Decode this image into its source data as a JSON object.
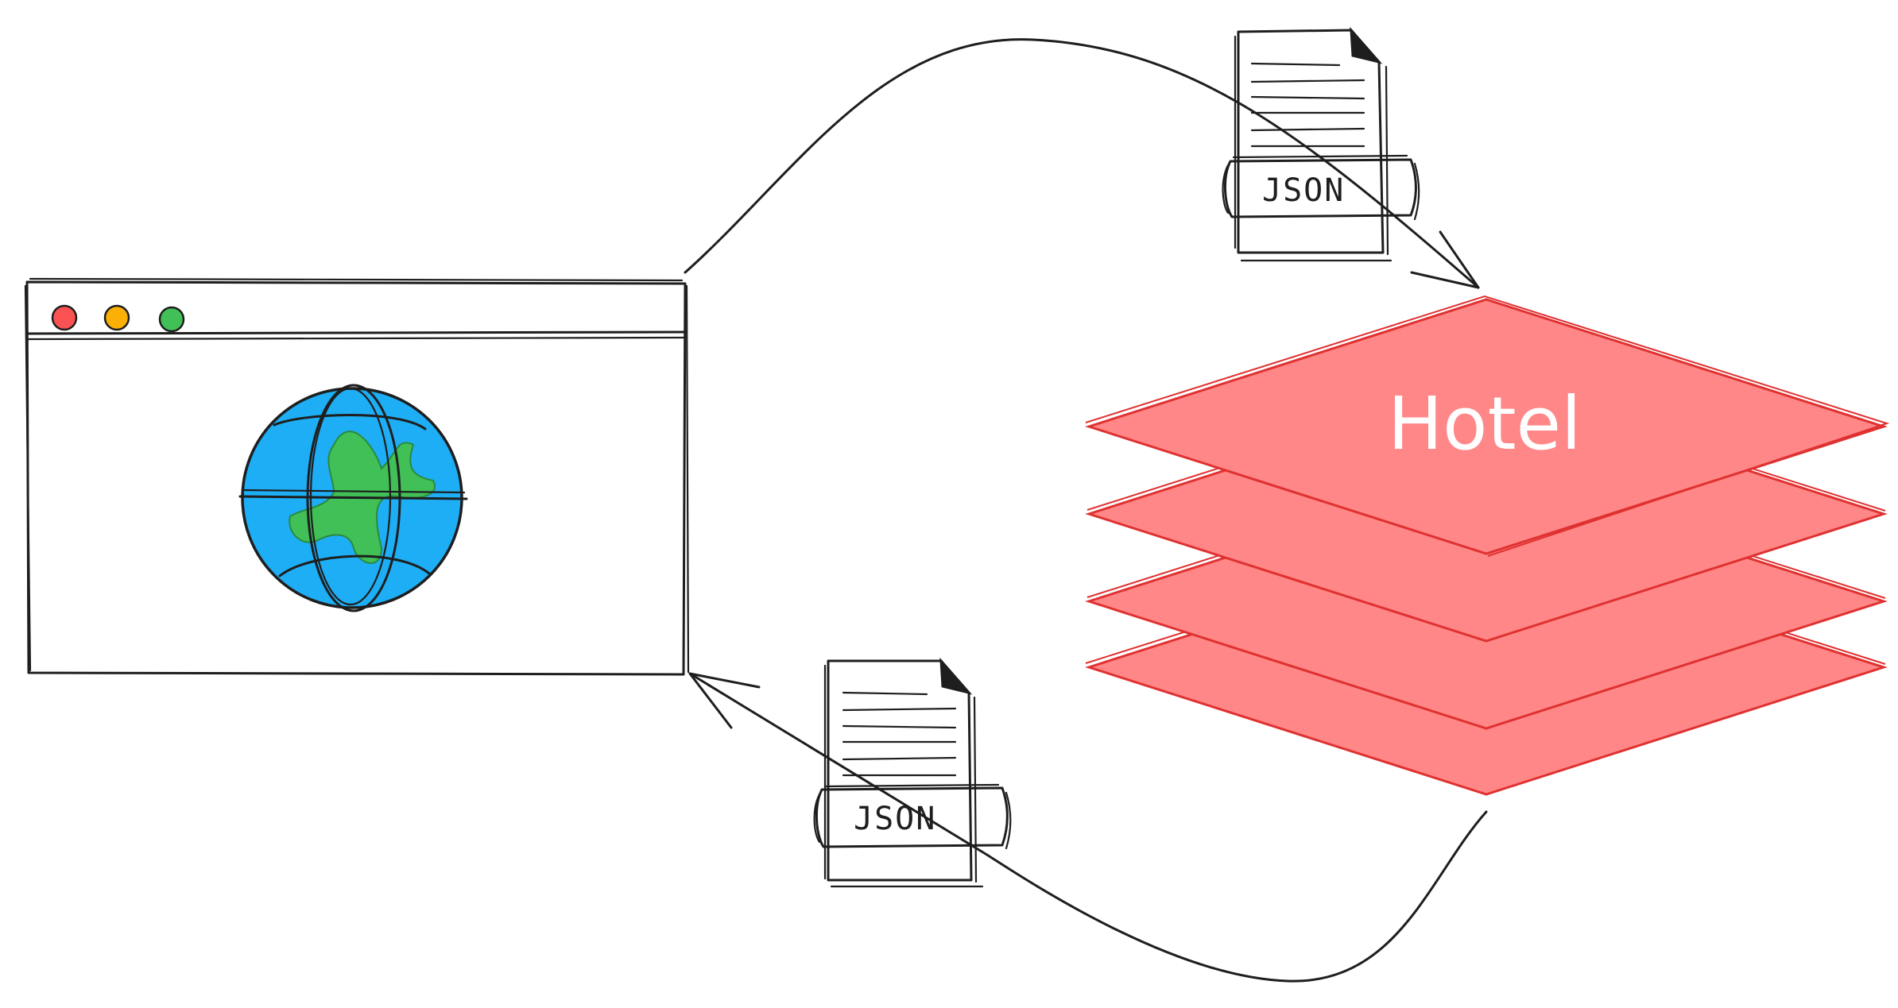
{
  "browser": {
    "dots": [
      "#fa5252",
      "#fab005",
      "#40c057"
    ],
    "globe_colors": {
      "ocean": "#1eaef5",
      "land": "#40c057"
    }
  },
  "documents": [
    {
      "label": "JSON"
    },
    {
      "label": "JSON"
    }
  ],
  "database": {
    "label": "Hotel",
    "fill": "#ff8787",
    "stroke": "#e03131"
  },
  "icons": [
    "browser-window-icon",
    "globe-icon",
    "json-document-icon",
    "database-stack-icon"
  ]
}
